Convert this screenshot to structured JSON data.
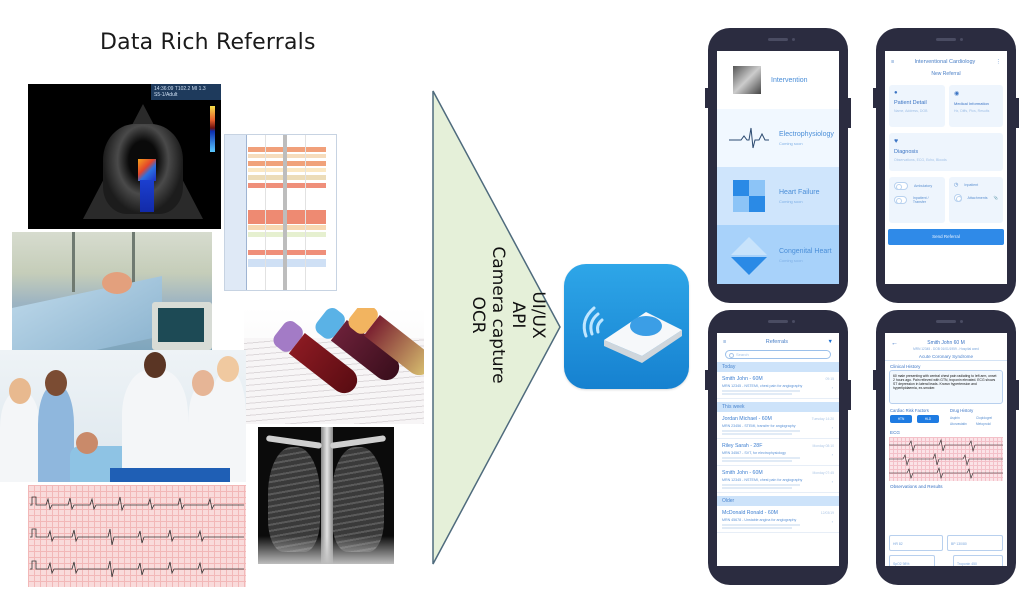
{
  "title": "Data Rich Referrals",
  "collage": {
    "echo": {
      "header_line1": "14:36:09   T102.2  MI 1.3",
      "header_line2": "S5-1/Adult"
    },
    "images": [
      "echocardiogram",
      "observation-chart",
      "icu-patient",
      "blood-tubes",
      "doctors-with-patient",
      "ecg-strip",
      "chest-xray"
    ]
  },
  "funnel": {
    "lines": [
      "UI/UX",
      "API",
      "Camera capture",
      "OCR"
    ],
    "fill": "#e5f0d9",
    "stroke": "#4f6b7d"
  },
  "app_icon": {
    "name": "wireless-device-app",
    "color": "#1e8fdb"
  },
  "phones": {
    "categories": {
      "items": [
        {
          "name": "Intervention",
          "sub": ""
        },
        {
          "name": "Electrophysiology",
          "sub": "Coming soon"
        },
        {
          "name": "Heart Failure",
          "sub": "Coming soon"
        },
        {
          "name": "Congenital Heart",
          "sub": "Coming soon"
        }
      ]
    },
    "new_referral": {
      "header": "Interventional Cardiology",
      "subtitle": "New Referral",
      "patient_detail": {
        "title": "Patient Detail",
        "sub": "Name, Address, DOB"
      },
      "medical_info": {
        "title": "Medical Information",
        "sub": "Hx, Diffs, Pics, Results"
      },
      "diagnosis": {
        "title": "Diagnosis",
        "sub": "Observations, ECG, Echo, Bloods"
      },
      "toggles": [
        {
          "label": "Ambulatory"
        },
        {
          "label": "Inpatient / Transfer"
        },
        {
          "label": "Inpatient"
        },
        {
          "label": "Attachments"
        }
      ],
      "send_button": "Send Referral"
    },
    "referrals": {
      "header": "Referrals",
      "search_placeholder": "Search",
      "sections": [
        {
          "label": "Today",
          "items": [
            {
              "name": "Smith John - 60M",
              "detail": "MRN 12345 - NSTEMI, chest pain for angiography",
              "date": "09:15"
            }
          ]
        },
        {
          "label": "This week",
          "items": [
            {
              "name": "Jordan Michael - 60M",
              "detail": "MRN 23456 - STEMI, transfer for angiography",
              "date": "Tuesday 14:20"
            },
            {
              "name": "Riley Sarah - 28F",
              "detail": "MRN 34567 - SVT, for electrophysiology",
              "date": "Monday 08:10"
            },
            {
              "name": "Smith John - 60M",
              "detail": "MRN 12345 - NSTEMI, chest pain for angiography",
              "date": "Monday 07:45"
            }
          ]
        },
        {
          "label": "Older",
          "items": [
            {
              "name": "McDonald Ronald - 60M",
              "detail": "MRN 45678 - Unstable angina for angiography",
              "date": "12/03/19"
            }
          ]
        }
      ]
    },
    "referral_detail": {
      "patient": "Smith John 60 M",
      "patient_sub": "MRN 12345 - DOB 01/01/1959 - Hospital ward",
      "diagnosis": "Acute Coronary Syndrome",
      "clinical_history_label": "Clinical History",
      "clinical_history": "60 male presenting with central chest pain radiating to left arm, onset 2 hours ago. Pain relieved with GTN, troponin elevated. ECG shows ST depression in lateral leads. Known hypertension and hyperlipidaemia, ex-smoker.",
      "risk_factors_label": "Cardiac Risk Factors",
      "risk_factors": [
        "HTN",
        "HLD"
      ],
      "drug_history_label": "Drug History",
      "drugs": [
        "Aspirin",
        "Clopidogrel",
        "Atorvastatin",
        "Metoprolol"
      ],
      "ecg_label": "ECG",
      "observations_label": "Observations and Results",
      "observations": [
        "HR 82",
        "BP 130/80",
        "SpO2 98%",
        "Troponin 450"
      ]
    }
  }
}
